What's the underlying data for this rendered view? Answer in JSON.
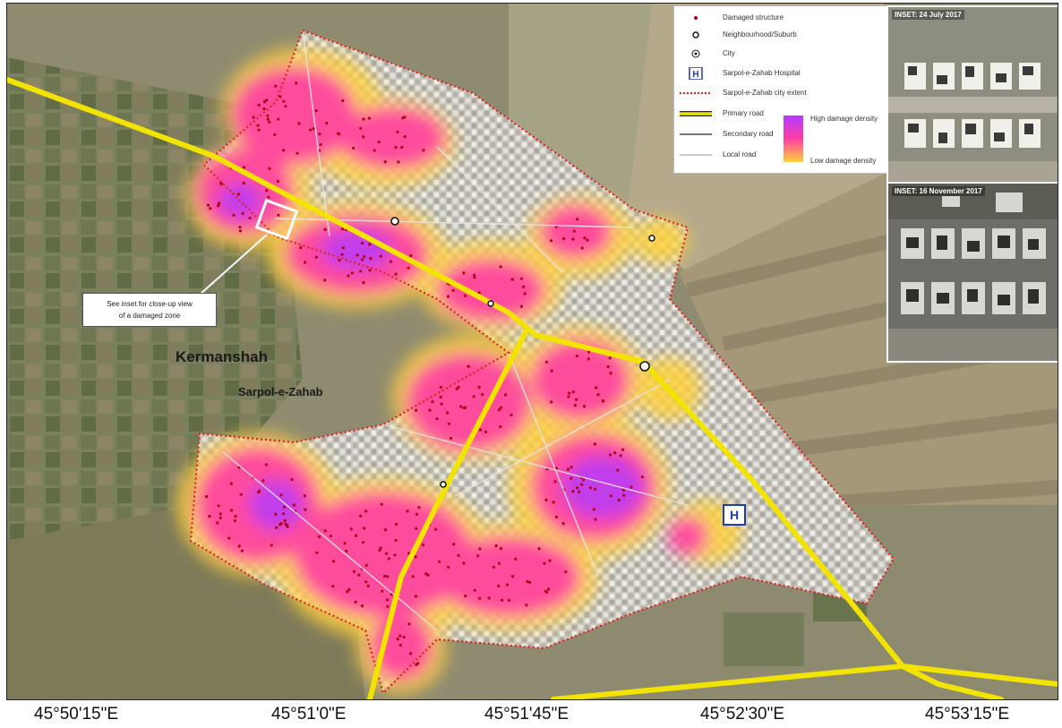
{
  "legend": {
    "damaged_structure": "Damaged structure",
    "neighbourhood": "Neighbourhood/Suburb",
    "city": "City",
    "hospital": "Sarpol-e-Zahab Hospital",
    "city_extent": "Sarpol-e-Zahab city extent",
    "primary_road": "Primary road",
    "secondary_road": "Secondary road",
    "local_road": "Local road",
    "high_density": "High damage density",
    "low_density": "Low damage density"
  },
  "insets": [
    {
      "title": "INSET: 24 July 2017"
    },
    {
      "title": "INSET: 16 November 2017"
    }
  ],
  "labels": {
    "province": "Kermanshah",
    "city": "Sarpol-e-Zahab",
    "callout_line1": "See inset for close-up view",
    "callout_line2": "of a damaged zone",
    "hospital_symbol": "H"
  },
  "coordinates": [
    "45°50'15\"E",
    "45°51'0\"E",
    "45°51'45\"E",
    "45°52'30\"E",
    "45°53'15\"E"
  ],
  "colors": {
    "primary_road": "#f2e400",
    "city_extent": "#e0201a",
    "high_density": "#b23cff",
    "mid_density": "#ff3da5",
    "low_density": "#ffd23a",
    "damaged_point": "#b0001a",
    "hospital": "#1c3faa"
  }
}
